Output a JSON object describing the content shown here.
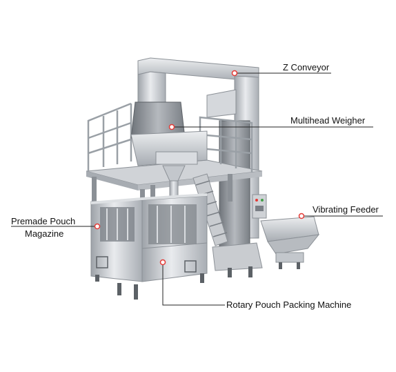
{
  "colors": {
    "accent": "#e53935",
    "steel_light": "#e4e6e9",
    "steel_mid": "#c3c7cc",
    "steel_dark": "#8b9096",
    "steel_shadow": "#5c6166",
    "line": "#222222"
  },
  "callouts": {
    "z_conveyor": "Z Conveyor",
    "multihead_weigher": "Multihead Weigher",
    "vibrating_feeder": "Vibrating Feeder",
    "premade_pouch_line1": "Premade Pouch",
    "premade_pouch_line2": "Magazine",
    "rotary_packer": "Rotary Pouch Packing Machine"
  }
}
